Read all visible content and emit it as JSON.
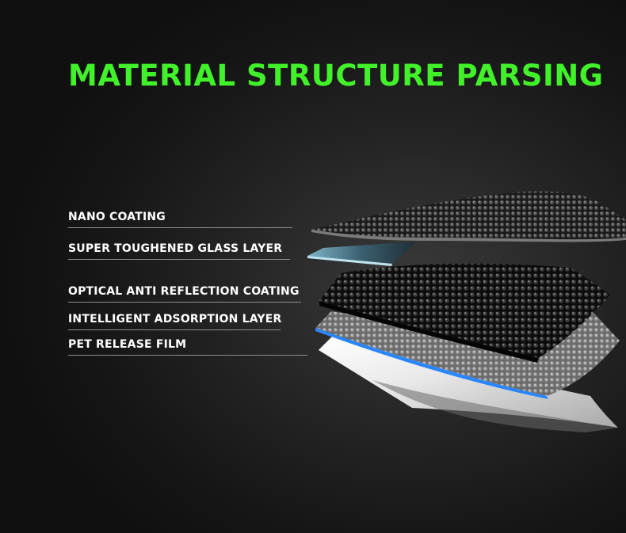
{
  "title": "MATERIAL STRUCTURE PARSING",
  "colors": {
    "title": "#41f22a",
    "label_text": "#ffffff",
    "label_line": "#8e8e8e",
    "glass_edge": "#6fb0c8",
    "adsorption_edge": "#2a86ff",
    "release_film": "#e9e9e9"
  },
  "layers": [
    {
      "label": "NANO COATING"
    },
    {
      "label": "SUPER TOUGHENED GLASS LAYER"
    },
    {
      "label": "OPTICAL ANTI REFLECTION COATING"
    },
    {
      "label": "INTELLIGENT ADSORPTION LAYER"
    },
    {
      "label": "PET RELEASE FILM"
    }
  ]
}
